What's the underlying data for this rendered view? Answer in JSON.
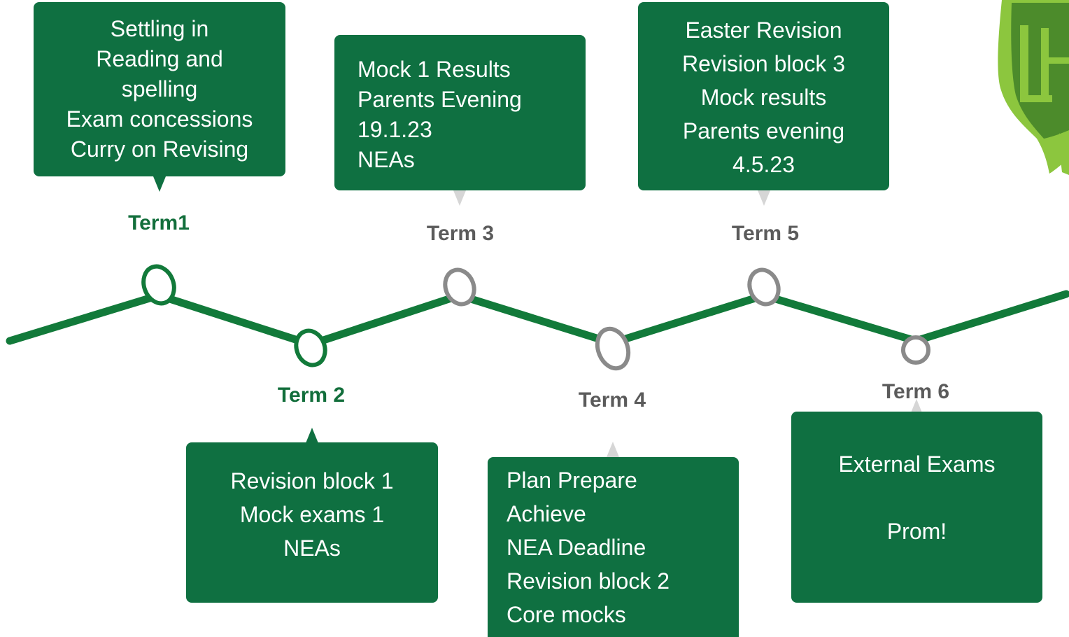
{
  "colors": {
    "box": "#0f7041",
    "line": "#127a3a",
    "green_label": "#126e3b",
    "grey_label": "#5b5b5b",
    "grey_node": "#8a8a8a",
    "grey_pointer": "#d6d6d6",
    "logo_light": "#8cc63e",
    "logo_dark": "#4c8b2b"
  },
  "terms": [
    {
      "label": "Term1",
      "lines": [
        "Settling in",
        "Reading and",
        "spelling",
        "Exam concessions",
        "Curry on Revising"
      ]
    },
    {
      "label": "Term 2",
      "lines": [
        "Revision block 1",
        "Mock exams 1",
        "NEAs"
      ]
    },
    {
      "label": "Term 3",
      "lines": [
        "Mock 1 Results",
        "Parents Evening",
        "19.1.23",
        "NEAs"
      ]
    },
    {
      "label": "Term 4",
      "lines": [
        "Plan Prepare",
        "Achieve",
        "NEA Deadline",
        "Revision block 2",
        "Core mocks"
      ]
    },
    {
      "label": "Term 5",
      "lines": [
        "Easter Revision",
        "Revision block 3",
        "Mock results",
        "Parents evening",
        "4.5.23"
      ]
    },
    {
      "label": "Term 6",
      "lines": [
        "External Exams",
        "",
        "Prom!"
      ]
    }
  ]
}
